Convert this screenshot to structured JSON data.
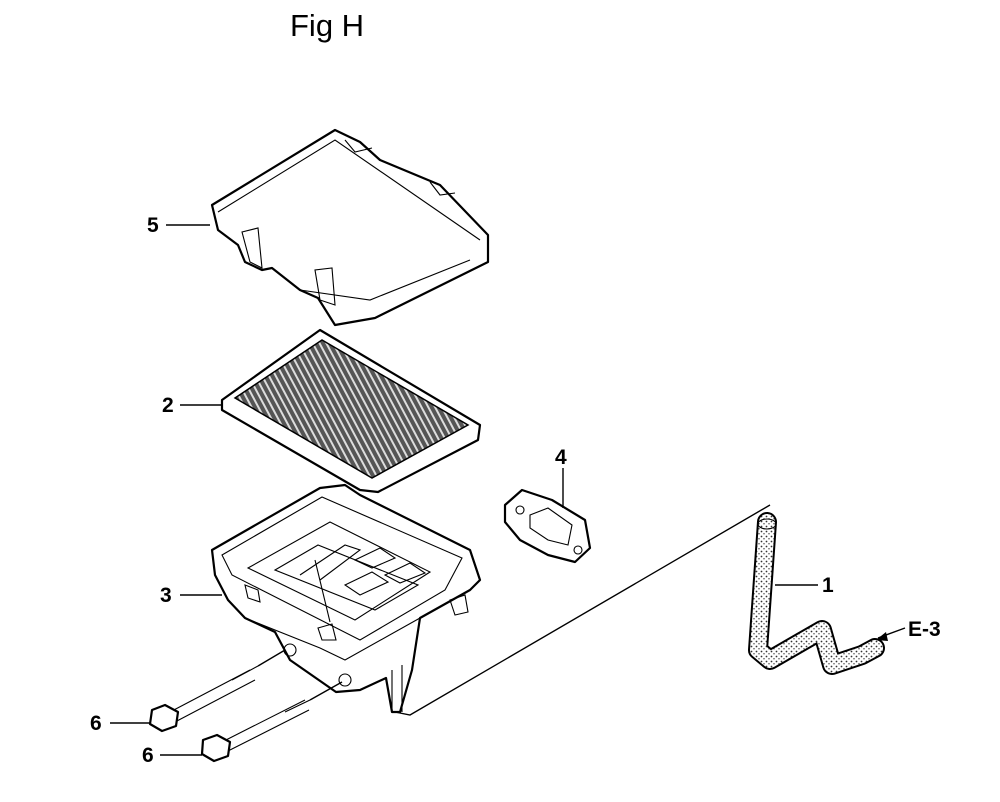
{
  "figure": {
    "title": "Fig H"
  },
  "callouts": {
    "part1": "1",
    "part2": "2",
    "part3": "3",
    "part4": "4",
    "part5": "5",
    "part6a": "6",
    "part6b": "6",
    "ref": "E-3"
  }
}
